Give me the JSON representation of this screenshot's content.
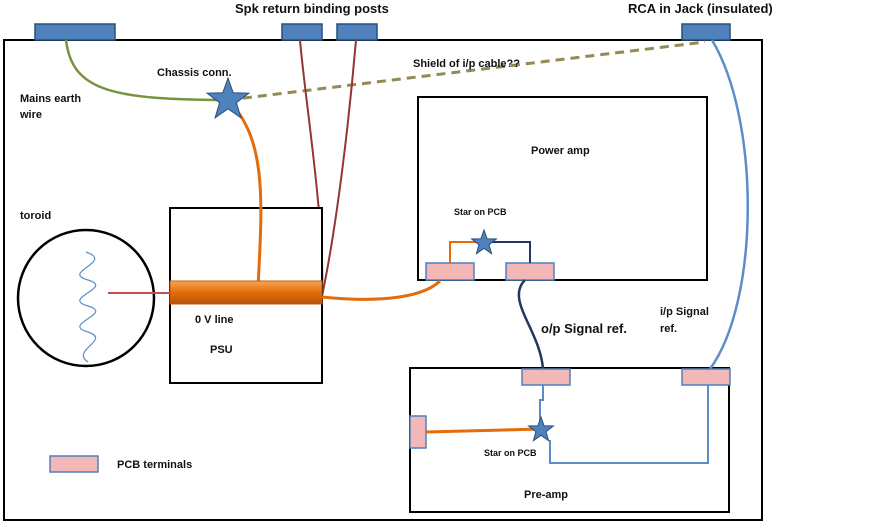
{
  "labels": {
    "spk_return": "Spk return binding posts",
    "rca_jack": "RCA in Jack (insulated)",
    "chassis_conn": "Chassis conn.",
    "shield": "Shield of  i/p cable??",
    "mains_earth_1": "Mains earth",
    "mains_earth_2": "wire",
    "power_amp": "Power amp",
    "star_pcb_top": "Star on PCB",
    "toroid": "toroid",
    "zero_v_line": "0 V line",
    "psu": "PSU",
    "op_signal_ref": "o/p Signal ref.",
    "ip_signal_1": "i/p Signal",
    "ip_signal_2": "ref.",
    "star_pcb_bottom": "Star on PCB",
    "pcb_terminals": "PCB terminals",
    "preamp": "Pre-amp"
  },
  "colors": {
    "connector_blue": "#4f81bd",
    "connector_border": "#2a4f7a",
    "pcb_pink": "#f2b8b8",
    "pcb_border": "#4f81bd",
    "earth_green": "#77933c",
    "shield_olive": "#948a54",
    "speaker_red": "#943634",
    "ground_orange": "#e46c0a",
    "signal_blue": "#5b8ec8",
    "signal_navy": "#1f3864",
    "star_fill": "#4f81bd"
  }
}
